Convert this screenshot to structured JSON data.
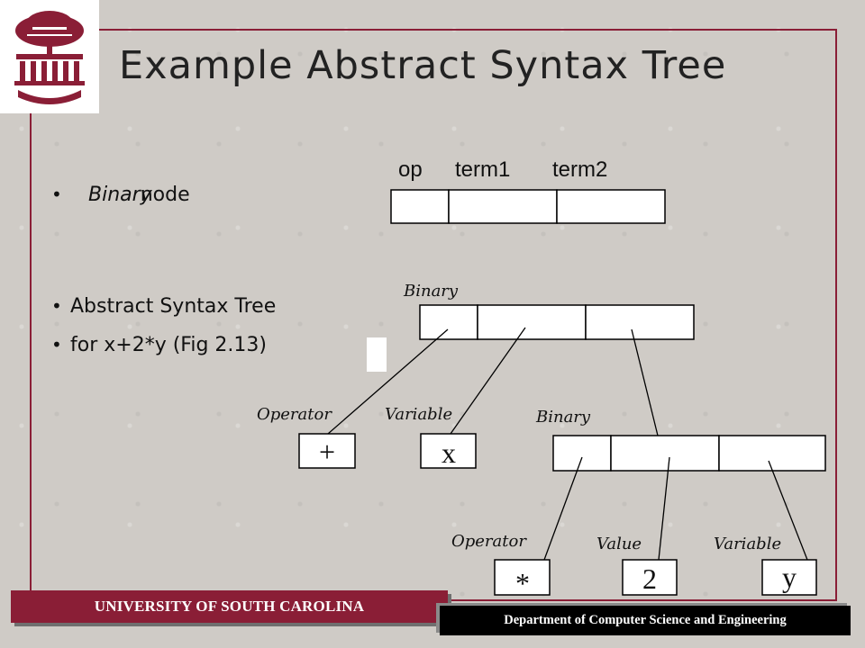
{
  "slide": {
    "title": "Example Abstract Syntax Tree",
    "bullets": [
      {
        "italic": "Binary",
        "text": " node"
      },
      {
        "italic": "",
        "text": "Abstract Syntax Tree"
      },
      {
        "italic": "",
        "text": "for x+2*y (Fig 2.13)"
      }
    ]
  },
  "diagram": {
    "header_labels": [
      "op",
      "term1",
      "term2"
    ],
    "node_labels": {
      "root": "Binary",
      "operator1": "Operator",
      "variable_x": "Variable",
      "binary2": "Binary",
      "operator2": "Operator",
      "value": "Value",
      "variable_y": "Variable"
    },
    "leaf_values": {
      "plus": "+",
      "x": "x",
      "times": "*",
      "two": "2",
      "y": "y"
    }
  },
  "footer": {
    "university": "UNIVERSITY OF SOUTH CAROLINA",
    "department": "Department of Computer Science and Engineering"
  },
  "colors": {
    "garnet": "#8a1e36",
    "background": "#cfcbc6"
  }
}
